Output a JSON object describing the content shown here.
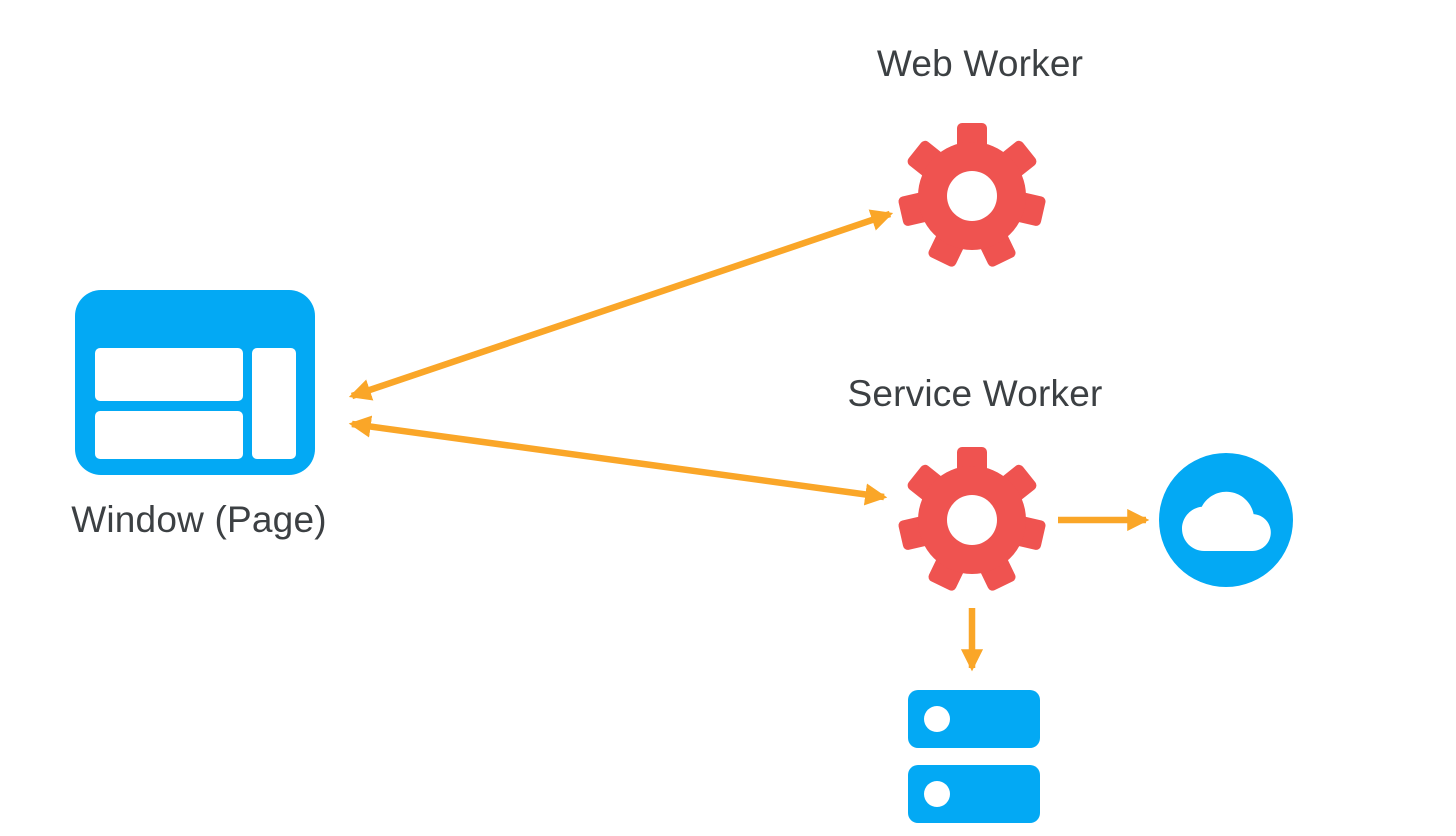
{
  "diagram": {
    "nodes": {
      "window": {
        "label": "Window (Page)",
        "icon": "browser-window-icon"
      },
      "web_worker": {
        "label": "Web Worker",
        "icon": "gear-icon"
      },
      "service_worker": {
        "label": "Service Worker",
        "icon": "gear-icon"
      },
      "network": {
        "icon": "cloud-icon"
      },
      "storage": {
        "icon": "database-icon"
      }
    },
    "edges": [
      {
        "from": "window",
        "to": "web_worker",
        "direction": "bidirectional"
      },
      {
        "from": "window",
        "to": "service_worker",
        "direction": "bidirectional"
      },
      {
        "from": "service_worker",
        "to": "network",
        "direction": "forward"
      },
      {
        "from": "service_worker",
        "to": "storage",
        "direction": "forward"
      }
    ],
    "colors": {
      "blue": "#03A9F4",
      "red": "#EF5350",
      "orange": "#FAA628",
      "text": "#3C4043",
      "white": "#FFFFFF"
    }
  }
}
